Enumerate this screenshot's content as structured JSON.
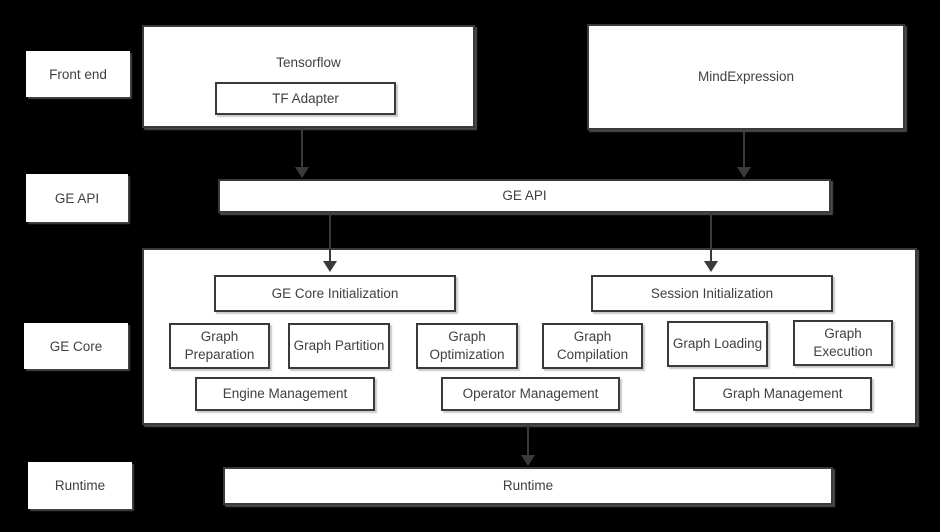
{
  "colors": {
    "background": "#000000",
    "box_fill": "#ffffff",
    "border": "#3a3a3a",
    "text": "#404040",
    "arrow": "#3a3a3a"
  },
  "side_labels": {
    "front_end": "Front end",
    "ge_api": "GE API",
    "ge_core": "GE Core",
    "runtime": "Runtime"
  },
  "front_end_row": {
    "tensorflow_title": "Tensorflow",
    "tf_adapter": "TF Adapter",
    "mind_expression": "MindExpression"
  },
  "ge_api_row": {
    "bar_label": "GE API"
  },
  "ge_core_box": {
    "init_left": "GE Core Initialization",
    "init_right": "Session Initialization",
    "modules": [
      "Graph Preparation",
      "Graph Partition",
      "Graph Optimization",
      "Graph Compilation",
      "Graph Loading",
      "Graph Execution"
    ],
    "management": [
      "Engine Management",
      "Operator Management",
      "Graph Management"
    ]
  },
  "runtime_row": {
    "bar_label": "Runtime"
  }
}
